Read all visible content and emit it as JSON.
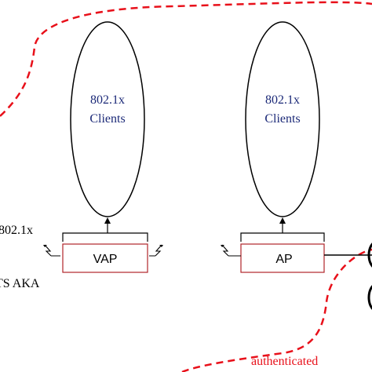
{
  "diagram": {
    "left_cluster": {
      "ellipse_label_line1": "802.1x",
      "ellipse_label_line2": "Clients",
      "box_label": "VAP"
    },
    "right_cluster": {
      "ellipse_label_line1": "802.1x",
      "ellipse_label_line2": "Clients",
      "box_label": "AP"
    },
    "side_labels": {
      "protocol_top": "802.1x",
      "protocol_bottom": "TS AKA"
    },
    "boundary_label": "authenticated",
    "colors": {
      "boundary": "#e8101a",
      "client_text": "#1c2a78",
      "box_border": "#b0242a",
      "line": "#000000"
    },
    "icons": [
      "antenna-icon",
      "antenna-icon",
      "antenna-icon",
      "antenna-icon"
    ]
  }
}
